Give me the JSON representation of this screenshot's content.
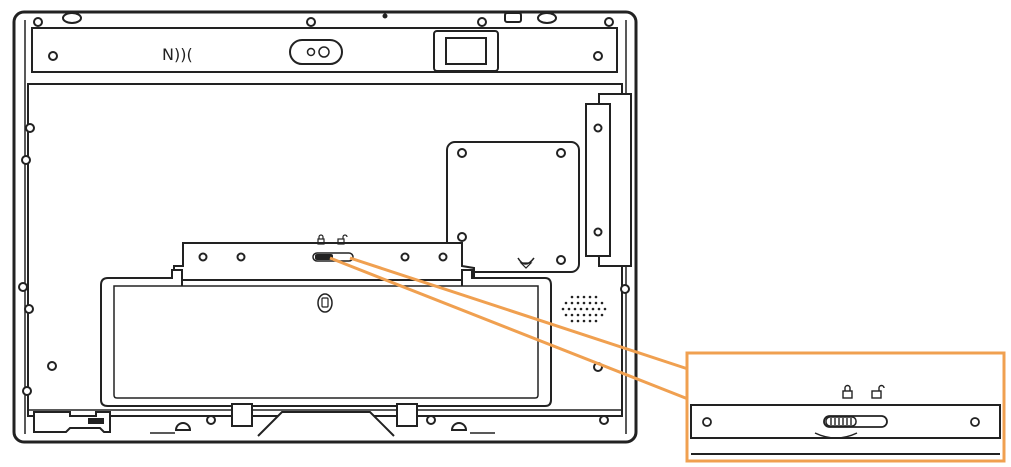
{
  "figure": {
    "subject": "tablet-rear-view",
    "callout": "battery-lock-switch-detail"
  },
  "markings": {
    "nfc_text": "N))(",
    "lock_icon": "lock-closed-icon",
    "unlock_icon": "lock-open-icon",
    "battery_icon": "battery-icon",
    "arrow_icon": "triangle-down-icon"
  },
  "colors": {
    "outline": "#222222",
    "callout_accent": "#f0a050",
    "background": "#ffffff"
  }
}
